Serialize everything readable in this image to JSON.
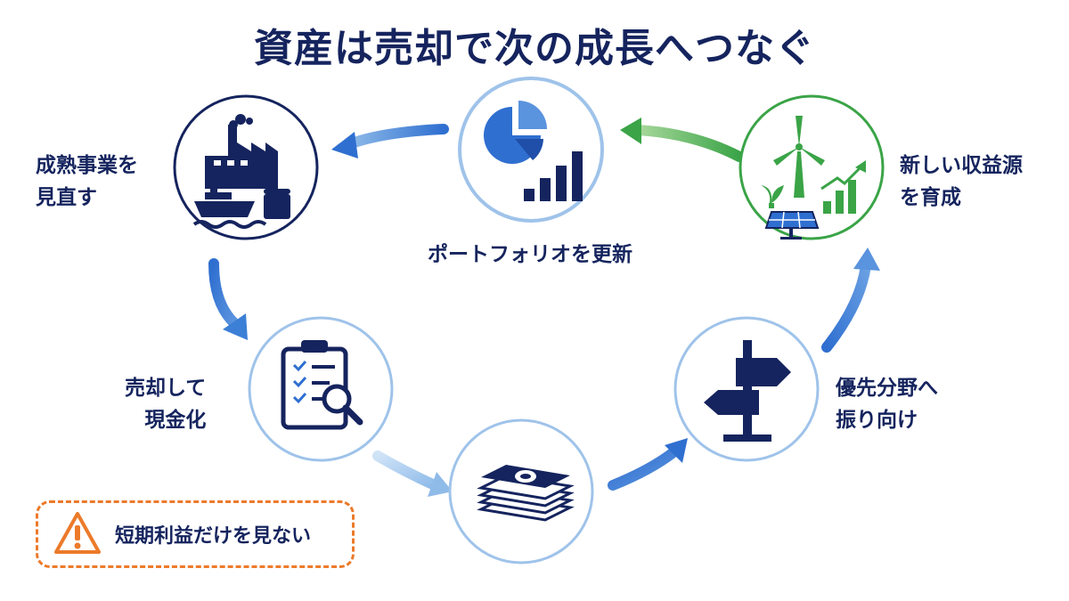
{
  "title": "資産は売却で次の成長へつなぐ",
  "nodes": {
    "mature": {
      "label_line1": "成熟事業を",
      "label_line2": "見直す",
      "icon": "factory-ship-icon"
    },
    "sell": {
      "label_line1": "売却して",
      "label_line2": "現金化",
      "icon": "clipboard-search-icon"
    },
    "cash": {
      "icon": "cash-stack-icon"
    },
    "priority": {
      "label_line1": "優先分野へ",
      "label_line2": "振り向け",
      "icon": "signpost-icon"
    },
    "new_revenue": {
      "label_line1": "新しい収益源",
      "label_line2": "を育成",
      "icon": "wind-solar-growth-icon"
    },
    "portfolio": {
      "label": "ポートフォリオを更新",
      "icon": "pie-chart-bars-icon"
    }
  },
  "warning": {
    "text": "短期利益だけを見ない",
    "icon": "warning-triangle-icon"
  },
  "colors": {
    "navy": "#15245e",
    "blue": "#2f6fd0",
    "light_blue": "#a9ccef",
    "green": "#3aa447",
    "orange": "#ec7a2a"
  }
}
